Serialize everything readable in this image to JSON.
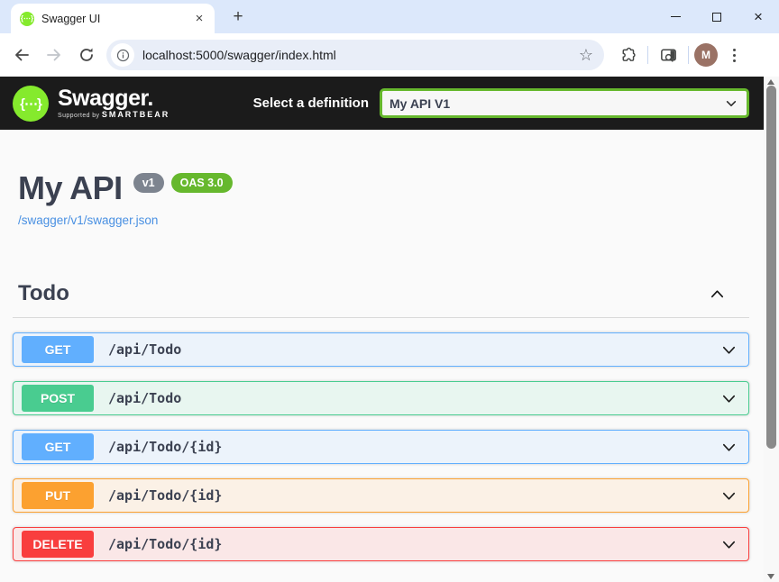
{
  "browser": {
    "tab_title": "Swagger UI",
    "tab_close_glyph": "×",
    "new_tab_glyph": "+",
    "window_close_glyph": "×",
    "address_url": "localhost:5000/swagger/index.html",
    "bookmark_star_glyph": "☆",
    "profile_initial": "M",
    "favicon_glyph": "{⋯}"
  },
  "topbar": {
    "logo_glyph": "{⋯}",
    "logo_text": "Swagger.",
    "logo_sub_prefix": "Supported by",
    "logo_sub_brand": "SMARTBEAR",
    "select_label": "Select a definition",
    "selected_definition": "My API V1"
  },
  "info": {
    "title": "My API",
    "version_badge": "v1",
    "oas_badge": "OAS 3.0",
    "spec_link": "/swagger/v1/swagger.json"
  },
  "section": {
    "title": "Todo"
  },
  "endpoints": [
    {
      "method": "GET",
      "path": "/api/Todo"
    },
    {
      "method": "POST",
      "path": "/api/Todo"
    },
    {
      "method": "GET",
      "path": "/api/Todo/{id}"
    },
    {
      "method": "PUT",
      "path": "/api/Todo/{id}"
    },
    {
      "method": "DELETE",
      "path": "/api/Todo/{id}"
    }
  ],
  "icons": {
    "back": "back-arrow",
    "forward": "forward-arrow",
    "reload": "reload",
    "info": "info-circle",
    "star": "bookmark-star",
    "extensions": "puzzle",
    "side_panel": "side-panel-search",
    "menu": "kebab-menu",
    "chevron_down": "chevron-down",
    "chevron_up": "chevron-up"
  },
  "colors": {
    "method_get": "#61affe",
    "method_post": "#49cc90",
    "method_put": "#fca130",
    "method_delete": "#f93e3e",
    "topbar_bg": "#1b1b1b",
    "logo_green": "#85ea2d",
    "accent_green": "#66b82d",
    "link_blue": "#4990e2",
    "heading_text": "#3b4151",
    "tabstrip_bg": "#dce8fb"
  }
}
